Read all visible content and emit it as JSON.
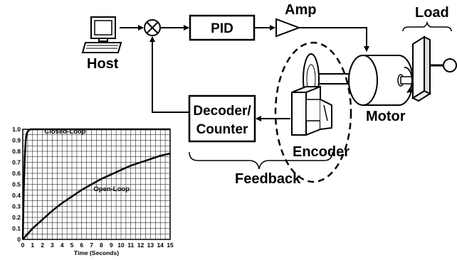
{
  "diagram": {
    "host_label": "Host",
    "pid_label": "PID",
    "amp_label": "Amp",
    "load_label": "Load",
    "decoder_line1": "Decoder/",
    "decoder_line2": "Counter",
    "encoder_label": "Encoder",
    "motor_label": "Motor",
    "feedback_label": "Feedback",
    "icons": [
      "computer-icon",
      "summing-junction-icon",
      "amplifier-triangle-icon",
      "motor-icon",
      "encoder-disk-icon",
      "load-bracket-icon",
      "rotation-arrow-icon"
    ]
  },
  "chart_data": {
    "type": "line",
    "xlabel": "Time (Seconds)",
    "ylabel": "",
    "x_ticks": [
      "0",
      "1",
      "2",
      "3",
      "4",
      "5",
      "6",
      "7",
      "8",
      "9",
      "10",
      "11",
      "12",
      "13",
      "14",
      "15"
    ],
    "y_ticks": [
      "0",
      "0.1",
      "0.2",
      "0.3",
      "0.4",
      "0.5",
      "0.6",
      "0.7",
      "0.8",
      "0.9",
      "1.0"
    ],
    "xlim": [
      0,
      15
    ],
    "ylim": [
      0,
      1.0
    ],
    "grid": true,
    "series": [
      {
        "name": "Closed-Loop",
        "x": [
          0,
          0.1,
          0.2,
          0.3,
          0.4,
          0.5,
          0.6,
          0.8,
          1,
          2,
          4,
          6,
          8,
          10,
          12,
          14,
          15
        ],
        "y": [
          0,
          0.45,
          0.75,
          0.9,
          0.96,
          0.98,
          0.99,
          1.0,
          1.0,
          1.0,
          1.0,
          1.0,
          1.0,
          1.0,
          1.0,
          1.0,
          1.0
        ]
      },
      {
        "name": "Open-Loop",
        "x": [
          0,
          1,
          2,
          3,
          4,
          5,
          6,
          7,
          8,
          9,
          10,
          11,
          12,
          13,
          14,
          15
        ],
        "y": [
          0,
          0.1,
          0.18,
          0.26,
          0.33,
          0.39,
          0.45,
          0.5,
          0.55,
          0.59,
          0.63,
          0.67,
          0.7,
          0.73,
          0.76,
          0.78
        ]
      }
    ]
  }
}
